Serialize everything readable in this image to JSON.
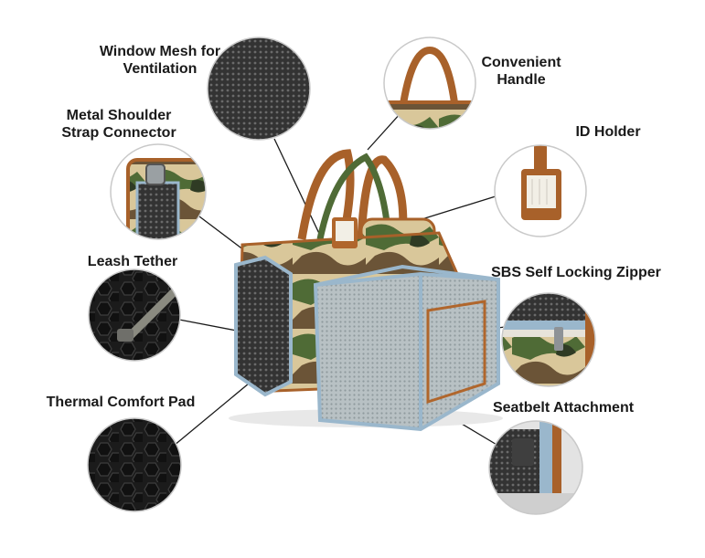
{
  "callouts": {
    "window_mesh": {
      "line1": "Window Mesh for",
      "line2": "Ventilation"
    },
    "metal_connector": {
      "line1": "Metal Shoulder",
      "line2": "Strap Connector"
    },
    "leash_tether": {
      "text": "Leash Tether"
    },
    "thermal_pad": {
      "text": "Thermal Comfort Pad"
    },
    "handle": {
      "line1": "Convenient",
      "line2": "Handle"
    },
    "id_holder": {
      "text": "ID Holder"
    },
    "sbs_zipper": {
      "text": "SBS Self Locking Zipper"
    },
    "seatbelt": {
      "text": "Seatbelt Attachment"
    }
  },
  "colors": {
    "background": "#ffffff",
    "text": "#1a1a1a",
    "mesh_dark": "#3a3a3a",
    "mesh_light": "#b9c3c6",
    "camo_green": "#4f6b36",
    "camo_tan": "#d9c79a",
    "camo_brown": "#6b5437",
    "leather": "#b0662c",
    "piping_blue": "#9ab7cc"
  }
}
